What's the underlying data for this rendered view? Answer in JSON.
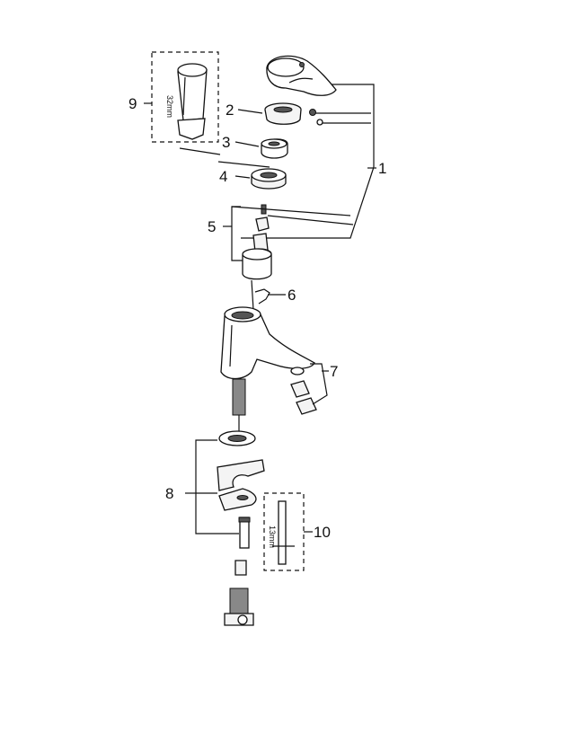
{
  "callouts": {
    "c1": "1",
    "c2": "2",
    "c3": "3",
    "c4": "4",
    "c5": "5",
    "c6": "6",
    "c7": "7",
    "c8": "8",
    "c9": "9",
    "c10": "10"
  },
  "tool_labels": {
    "wrench_size": "32mm",
    "key_size": "13mm"
  }
}
